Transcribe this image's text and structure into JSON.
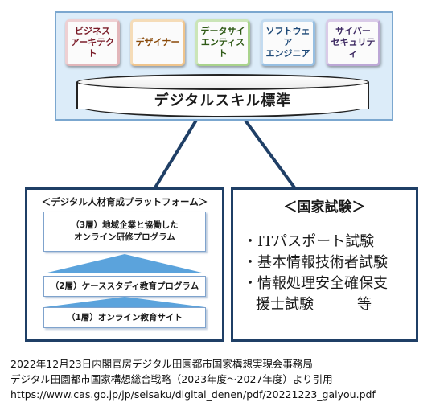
{
  "top": {
    "roles": [
      "ビジネス\nアーキテクト",
      "デザイナー",
      "データサイ\nエンティスト",
      "ソフトウェア\nエンジニア",
      "サイバー\nセキュリティ"
    ],
    "standard_label": "デジタルスキル標準"
  },
  "platform": {
    "title": "＜デジタル人材育成プラットフォーム＞",
    "layers": [
      "（3層）地域企業と協働した\nオンライン研修プログラム",
      "（2層）ケーススタディ教育プログラム",
      "（1層）オンライン教育サイト"
    ]
  },
  "exam": {
    "title": "＜国家試験＞",
    "items": [
      "・ITパスポート試験",
      "・基本情報技術者試験",
      "・情報処理安全確保支"
    ],
    "continuation": "援士試験　　　等"
  },
  "citation": {
    "line1": "2022年12月23日内閣官房デジタル田園都市国家構想実現会事務局",
    "line2": "デジタル田園都市国家構想総合戦略（2023年度～2027年度）より引用",
    "line3": "https://www.cas.go.jp/jp/seisaku/digital_denen/pdf/20221223_gaiyou.pdf"
  },
  "colors": {
    "top_background": "#dcecf9",
    "box_border": "#1f3f66",
    "layer_arrow": "#5ba3dc"
  }
}
